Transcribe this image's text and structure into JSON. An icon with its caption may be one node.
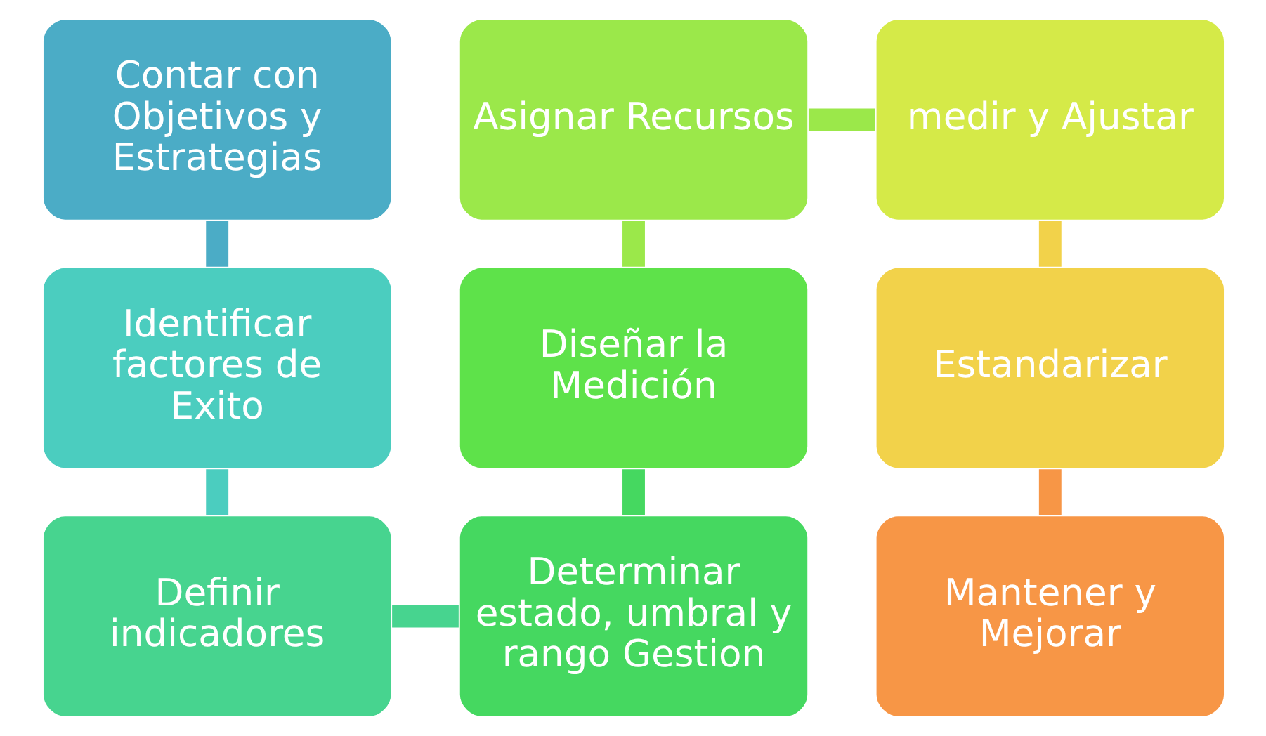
{
  "diagram": {
    "nodes": [
      {
        "text": [
          "Contar con Objetivos y Estrategias"
        ]
      },
      {
        "text": [
          "Identificar factores de Exito"
        ]
      },
      {
        "text": [
          "Definir indicadores"
        ]
      },
      {
        "text": [
          "Determinar estado, umbral y rango Gestion"
        ]
      },
      {
        "text": [
          "Diseñar la Medición"
        ]
      },
      {
        "text": [
          "Asignar Recursos"
        ]
      },
      {
        "text": [
          "medir y Ajustar"
        ]
      },
      {
        "text": [
          "Estandarizar"
        ]
      },
      {
        "text": [
          "Mantener y Mejorar"
        ]
      }
    ],
    "edges": [
      {
        "from": 0,
        "to": 1,
        "arrow": "none",
        "color": "#4bacc6"
      },
      {
        "from": 1,
        "to": 2,
        "arrow": "none",
        "color": "#4bcdbf"
      },
      {
        "from": 2,
        "to": 3,
        "arrow": "none",
        "color": "#47d48f"
      },
      {
        "from": 3,
        "to": 4,
        "arrow": "none",
        "color": "#45d860"
      },
      {
        "from": 4,
        "to": 5,
        "arrow": "none",
        "color": "#9be84a"
      },
      {
        "from": 5,
        "to": 6,
        "arrow": "none",
        "color": "#9be84a"
      },
      {
        "from": 6,
        "to": 7,
        "arrow": "none",
        "color": "#f2d24a"
      },
      {
        "from": 7,
        "to": 8,
        "arrow": "none",
        "color": "#f79646"
      }
    ]
  }
}
